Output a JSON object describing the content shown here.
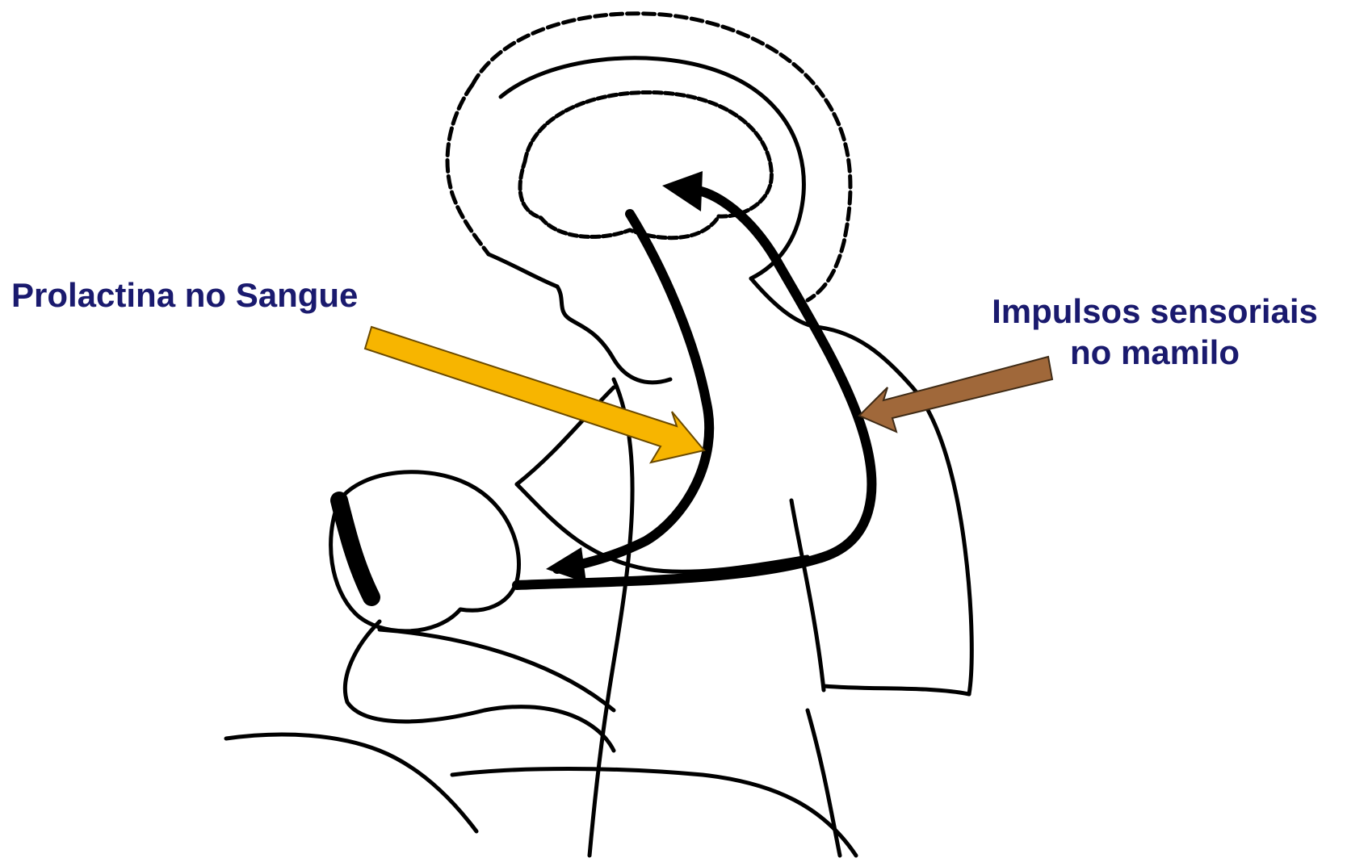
{
  "labels": {
    "prolactin": "Prolactina no Sangue",
    "sensory_line1": "Impulsos sensoriais",
    "sensory_line2": "no mamilo"
  },
  "colors": {
    "label_text": "#1a1a6e",
    "prolactin_arrow": "#f7b500",
    "sensory_arrow": "#a0683a",
    "line_art": "#000000"
  }
}
